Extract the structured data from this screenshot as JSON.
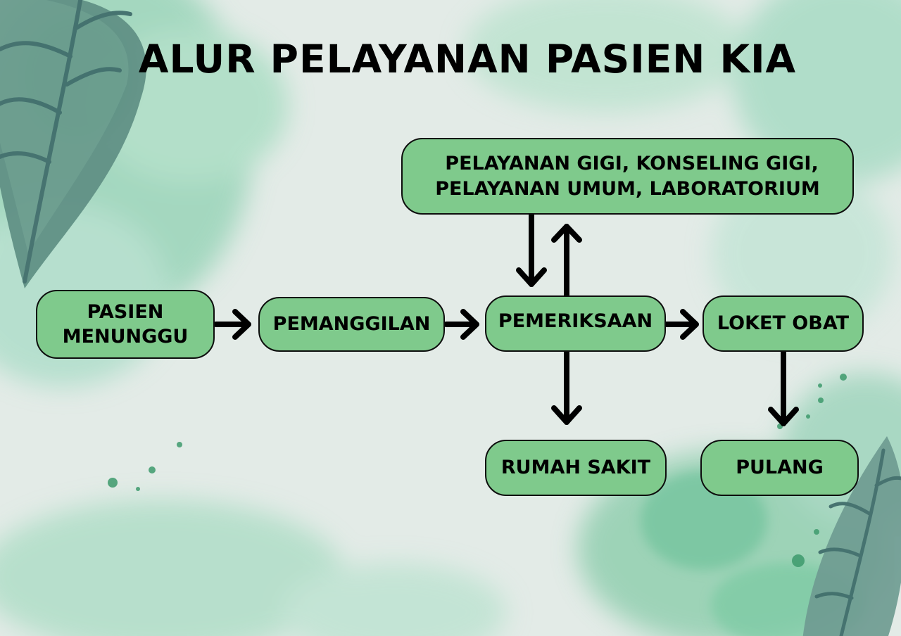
{
  "title": "ALUR PELAYANAN PASIEN KIA",
  "nodes": {
    "pasien_menunggu": {
      "line1": "PASIEN",
      "line2": "MENUNGGU"
    },
    "pemanggilan": "PEMANGGILAN",
    "pemeriksaan": "PEMERIKSAAN",
    "loket_obat": "LOKET OBAT",
    "pelayanan": {
      "line1": "PELAYANAN GIGI, KONSELING GIGI,",
      "line2": "PELAYANAN UMUM, LABORATORIUM"
    },
    "rumah_sakit": "RUMAH SAKIT",
    "pulang": "PULANG"
  },
  "colors": {
    "node_fill": "#7fca8c",
    "node_border": "#0d0d0d",
    "arrow": "#000000",
    "leaf": "#4f7f7c",
    "watercolor": "#7ccaa6"
  }
}
